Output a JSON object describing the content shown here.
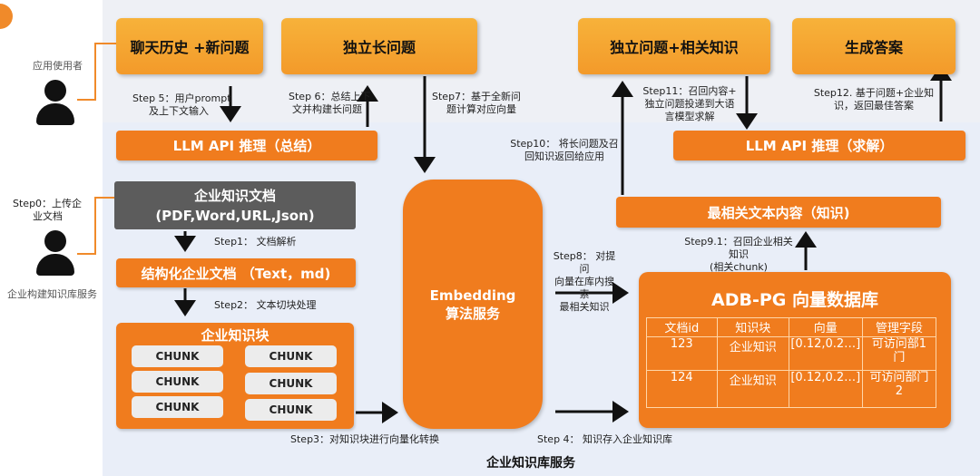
{
  "users": {
    "app_user": "应用使用者",
    "kb_builder": "企业构建知识库服务"
  },
  "boxes": {
    "chat_history": "聊天历史 +新问题",
    "standalone_long": "独立长问题",
    "standalone_related": "独立问题+相关知识",
    "generate_answer": "生成答案",
    "llm_summary": "LLM API 推理（总结）",
    "llm_solve": "LLM API 推理（求解）",
    "kb_docs_title": "企业知识文档",
    "kb_docs_formats": "(PDF,Word,URL,Json)",
    "structured_docs": "结构化企业文档 （Text，md)",
    "chunk_block_title": "企业知识块",
    "chunks": [
      "CHUNK",
      "CHUNK",
      "CHUNK",
      "CHUNK",
      "CHUNK",
      "CHUNK"
    ],
    "embedding_1": "Embedding",
    "embedding_2": "算法服务",
    "most_relevant": "最相关文本内容（知识)",
    "vector_db_title": "ADB-PG 向量数据库"
  },
  "vector_table": {
    "headers": [
      "文档id",
      "知识块",
      "向量",
      "管理字段"
    ],
    "rows": [
      [
        "123",
        "企业知识",
        "[0.12,0.2…]",
        "可访问部1\n门"
      ],
      [
        "124",
        "企业知识",
        "[0.12,0.2…]",
        "可访问部门\n2"
      ]
    ]
  },
  "steps": {
    "step0_a": "Step0：上传企",
    "step0_b": "业文档",
    "step1": "Step1： 文档解析",
    "step2": "Step2： 文本切块处理",
    "step3": "Step3：对知识块进行向量化转换",
    "step4": "Step 4： 知识存入企业知识库",
    "step5_a": "Step 5：用户prompt",
    "step5_b": "及上下文输入",
    "step6_a": "Step 6：总结上下",
    "step6_b": "文并构建长问题",
    "step7_a": "Step7：基于全新问",
    "step7_b": "题计算对应向量",
    "step8_a": "Step8： 对提问",
    "step8_b": "向量在库内搜索",
    "step8_c": "最相关知识",
    "step91_a": "Step9.1：召回企业相关",
    "step91_b": "知识",
    "step91_c": "(相关chunk)",
    "step10_a": "Step10： 将长问题及召",
    "step10_b": "回知识返回给应用",
    "step11_a": "Step11：召回内容+",
    "step11_b": "独立问题投递到大语",
    "step11_c": "言模型求解",
    "step12_a": "Step12. 基于问题+企业知",
    "step12_b": "识，返回最佳答案"
  },
  "footer": "企业知识库服务",
  "colors": {
    "orange": "#f07c1e",
    "light_orange": "#f5a431",
    "panel": "#e9eef8"
  }
}
